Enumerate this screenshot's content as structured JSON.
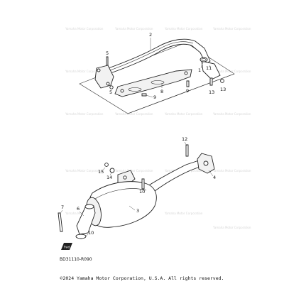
{
  "diagram": {
    "callouts": [
      "1",
      "2",
      "3",
      "4",
      "5",
      "5",
      "6",
      "7",
      "8",
      "9",
      "9",
      "10",
      "11",
      "12",
      "13",
      "13",
      "14",
      "15"
    ],
    "diagram_code": "BD31110-R090",
    "copyright": "©2024 Yamaha Motor Corporation, U.S.A. All rights reserved.",
    "watermark_text": "Yamaha Motor Corporation"
  }
}
